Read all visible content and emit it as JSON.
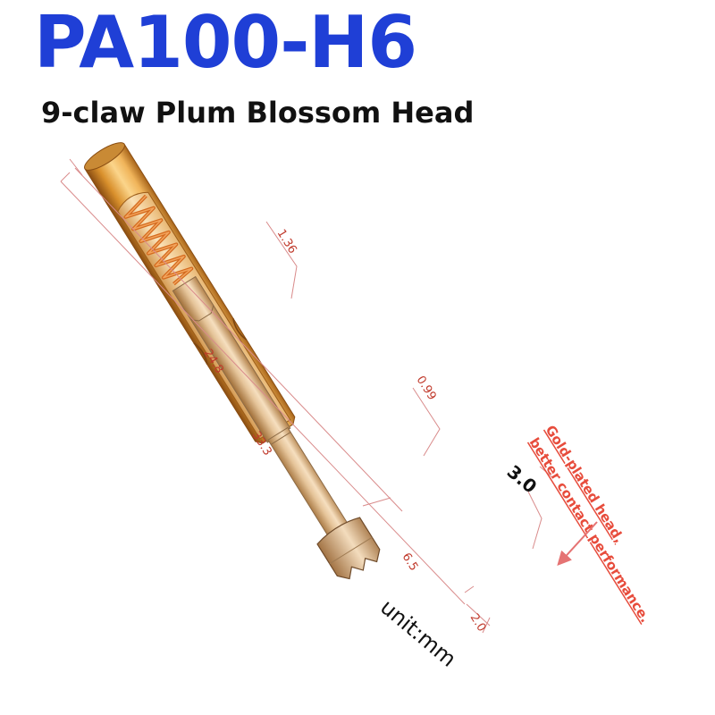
{
  "title": "PA100-H6",
  "subtitle": "9-claw Plum Blossom Head",
  "dimensions": {
    "spring_diameter": "1.36",
    "barrel_length": "24.8",
    "plunger_diameter": "0.99",
    "total_length": "33.3",
    "plunger_length": "6.5",
    "head_length": "2.0",
    "head_diameter": "3.0"
  },
  "note": {
    "line1": "Gold-plated head,",
    "line2": "better contact performance."
  },
  "unit": "unit:mm",
  "colors": {
    "title": "#1f3fd6",
    "dimension_lines": "#d98b8b",
    "note": "#e74c3c",
    "gold": "#d99a2b"
  }
}
